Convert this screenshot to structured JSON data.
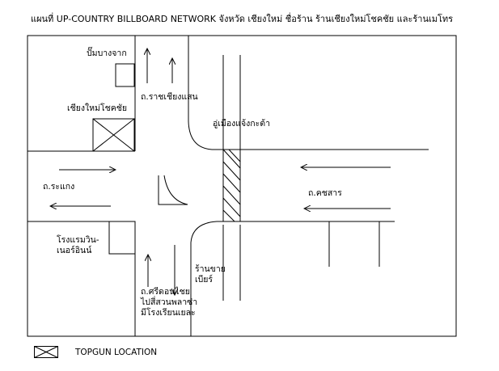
{
  "title": "แผนที่ UP-COUNTRY BILLBOARD NETWORK จังหวัด เชียงใหม่ ชื่อร้าน ร้านเชียงใหม่โชคชัย และร้านเมโทร",
  "labels": {
    "pump": "ปั๊มบางจาก",
    "ratchachiangsaen": "ถ.ราชเชียงแสน",
    "chiangmai_chokchai": "เชียงใหม่โชคชัย",
    "ubon_chaeng": "อู่เมืองแจ้งกะต้า",
    "ranaeng": "ถ.ระแกง",
    "kotchasan": "ถ.คชสาร",
    "hotel_line1": "โรงแรมวิน-",
    "hotel_line2": "เนอร์อินน์",
    "beer_line1": "ร้านขาย",
    "beer_line2": "เบียร์",
    "sridonchai_line1": "ถ.ศรีดอนไชย",
    "sridonchai_line2": "ไปสี่สวนพลาซ่า",
    "sridonchai_line3": "มีโรงเรียนเยละ"
  },
  "legend": {
    "text": "TOPGUN LOCATION",
    "icon": "crossed-box-icon"
  }
}
